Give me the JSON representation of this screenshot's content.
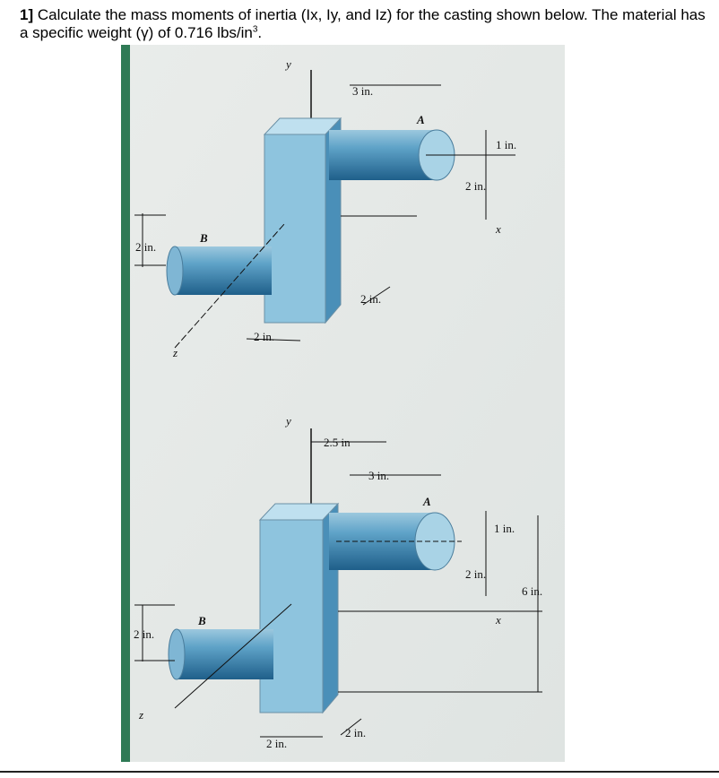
{
  "problem": {
    "number": "1]",
    "text_before_sup": "Calculate the mass moments of inertia (Ix, Iy, and Iz) for the casting shown below.  The material has a specific weight (γ) of 0.716 lbs/in",
    "superscript": "3",
    "text_after_sup": "."
  },
  "figure_top": {
    "y_axis": "y",
    "z_axis": "z",
    "x_axis": "x",
    "point_a": "A",
    "point_b": "B",
    "dim_3in": "3 in.",
    "dim_1in": "1 in.",
    "dim_2in_right": "2 in.",
    "dim_2in_left": "2 in.",
    "dim_2in_depth": "2 in.",
    "dim_2in_bottom": "2 in."
  },
  "figure_bottom": {
    "y_axis": "y",
    "z_axis": "z",
    "x_axis": "x",
    "point_a": "A",
    "point_b": "B",
    "dim_25in": "2.5 in",
    "dim_3in": "3 in.",
    "dim_1in": "1 in.",
    "dim_2in_right": "2 in.",
    "dim_6in": "6 in.",
    "dim_2in_left": "2 in.",
    "dim_2in_bottom": "2 in.",
    "dim_2in_depth": "2 in."
  }
}
